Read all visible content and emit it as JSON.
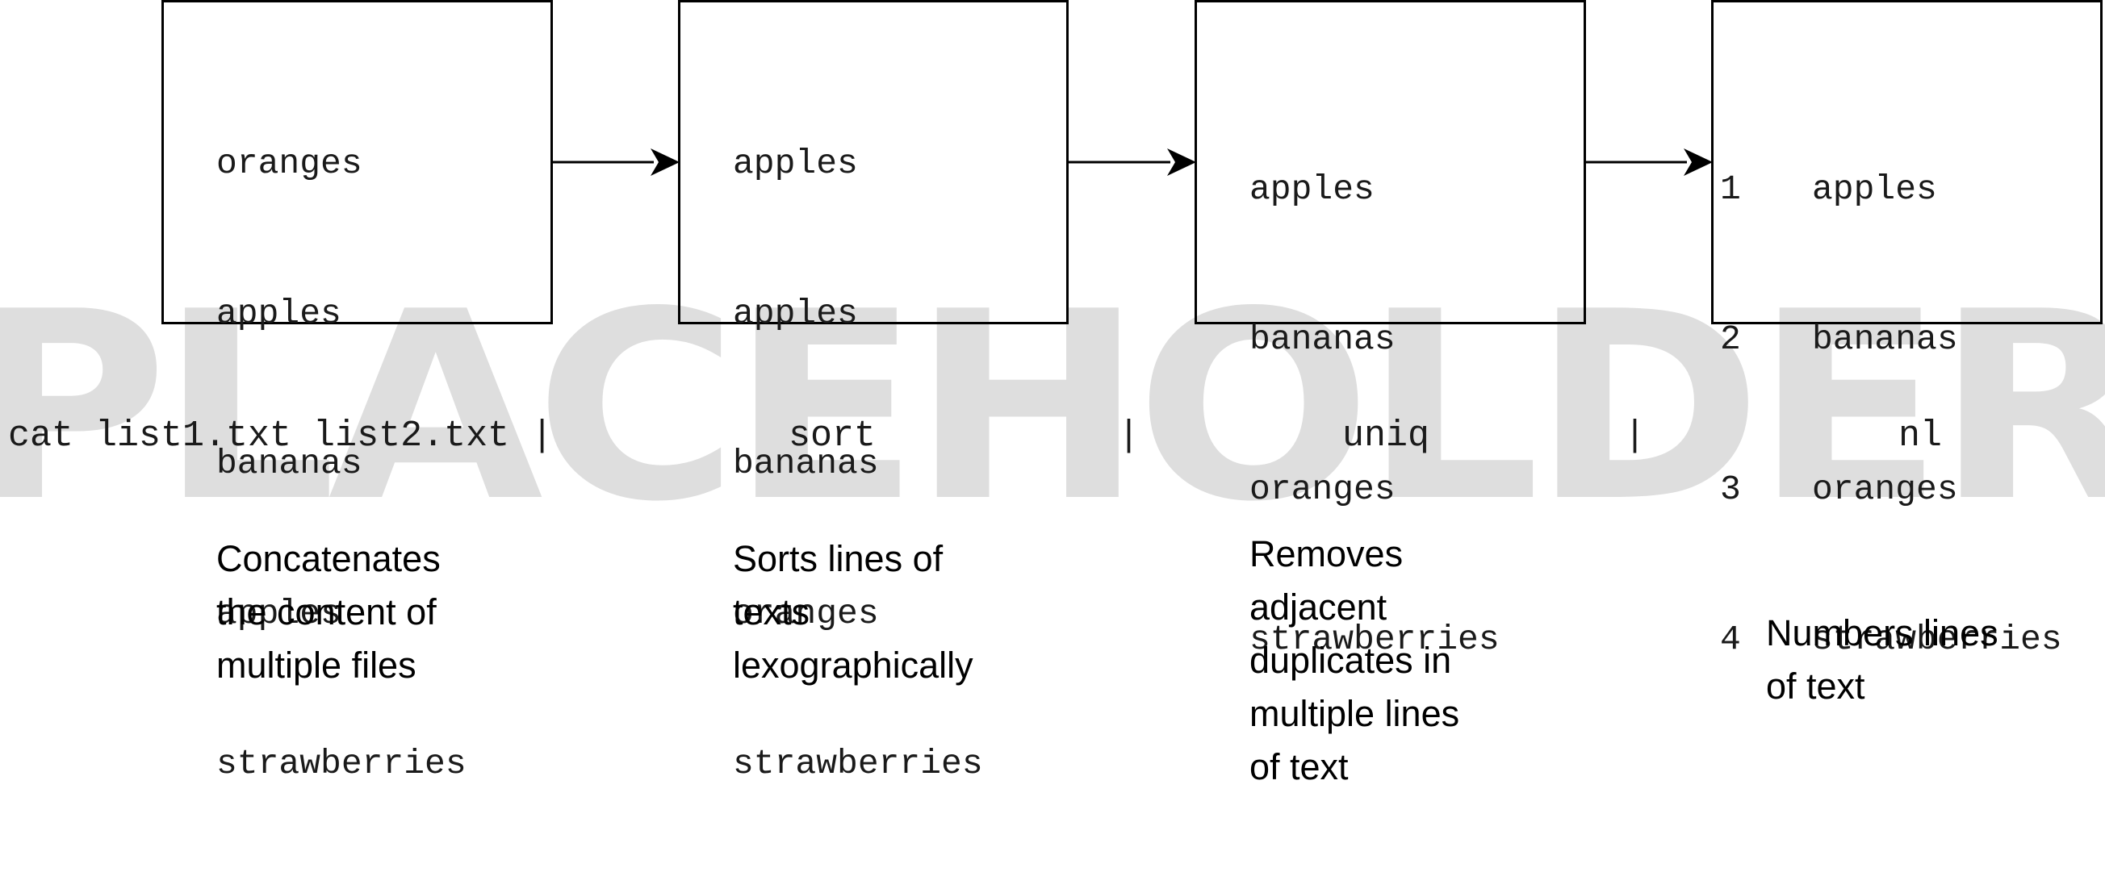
{
  "watermark": "PLACEHOLDER",
  "boxes": [
    {
      "lines": [
        "oranges",
        "apples",
        "bananas",
        "apples",
        "strawberries"
      ]
    },
    {
      "lines": [
        "apples",
        "apples",
        "bananas",
        "oranges",
        "strawberries"
      ]
    },
    {
      "lines": [
        "apples",
        "bananas",
        "oranges",
        "strawberries"
      ]
    },
    {
      "numbers": [
        "1",
        "2",
        "3",
        "4"
      ],
      "lines": [
        "apples",
        "bananas",
        "oranges",
        "strawberries"
      ]
    }
  ],
  "commands": {
    "cat": "cat list1.txt list2.txt |",
    "sort": "sort",
    "pipe2": "|",
    "uniq": "uniq",
    "pipe3": "|",
    "nl": "nl"
  },
  "descriptions": {
    "cat": "Concatenates\nthe content of\nmultiple files",
    "sort": "Sorts lines of\ntexts\nlexographically",
    "uniq": "Removes\nadjacent\nduplicates in\nmultiple lines\nof text",
    "nl": "Numbers lines\nof text"
  },
  "colors": {
    "stroke": "#000000",
    "watermark": "#dedede"
  }
}
